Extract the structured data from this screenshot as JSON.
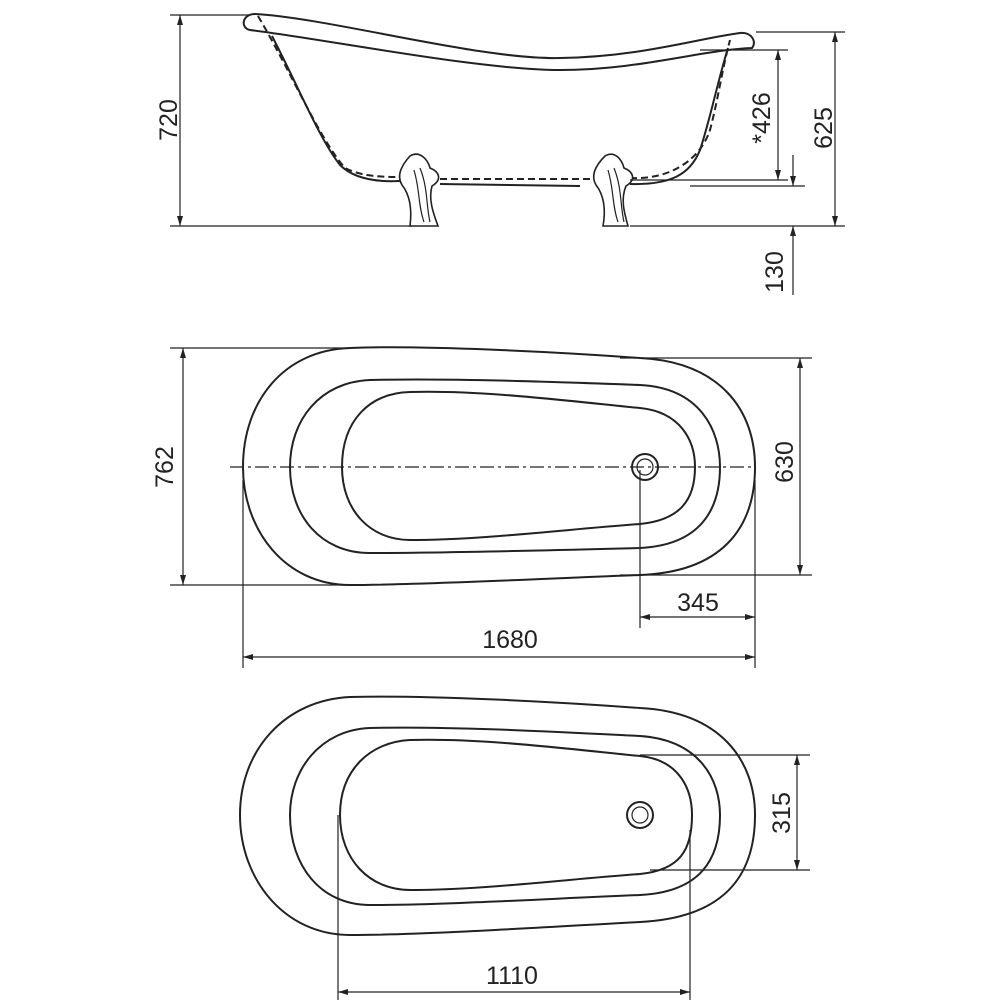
{
  "side_view": {
    "height_total": "720",
    "depth": "*426",
    "rim_height": "625",
    "leg_height": "130"
  },
  "top_view": {
    "width": "762",
    "inner_width": "630",
    "drain_offset": "345",
    "length": "1680"
  },
  "bottom_view": {
    "half_width": "315",
    "basin_length": "1110"
  }
}
